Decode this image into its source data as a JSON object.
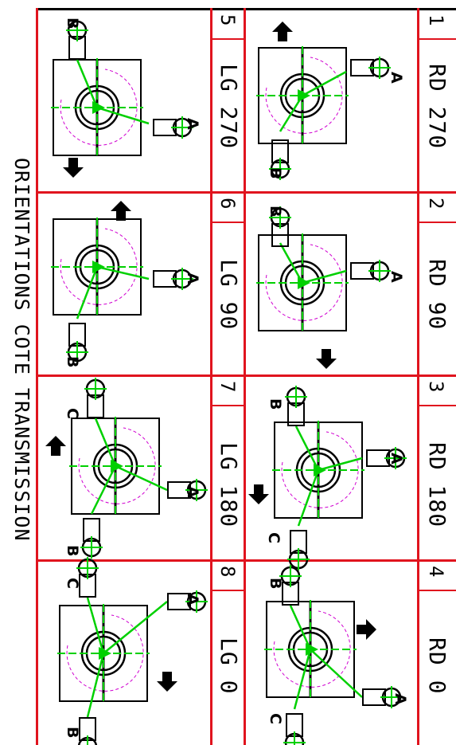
{
  "title": "ORIENTATIONS COTE TRANSMISSION",
  "orientations": [
    {
      "num": "1",
      "code": "RD 270",
      "ports": [
        "A",
        "B"
      ]
    },
    {
      "num": "2",
      "code": "RD 90",
      "ports": [
        "A",
        "B"
      ]
    },
    {
      "num": "3",
      "code": "RD 180",
      "ports": [
        "A",
        "B",
        "C"
      ]
    },
    {
      "num": "4",
      "code": "RD 0",
      "ports": [
        "A",
        "B",
        "C"
      ]
    },
    {
      "num": "5",
      "code": "LG 270",
      "ports": [
        "A",
        "B"
      ]
    },
    {
      "num": "6",
      "code": "LG 90",
      "ports": [
        "A",
        "B"
      ]
    },
    {
      "num": "7",
      "code": "LG 180",
      "ports": [
        "A",
        "B",
        "C"
      ]
    },
    {
      "num": "8",
      "code": "LG 0",
      "ports": [
        "A",
        "B",
        "C"
      ]
    }
  ],
  "colors": {
    "grid": "#e0141e",
    "centerline": "#00d000",
    "hidden": "#d000d0",
    "outline": "#000000"
  }
}
